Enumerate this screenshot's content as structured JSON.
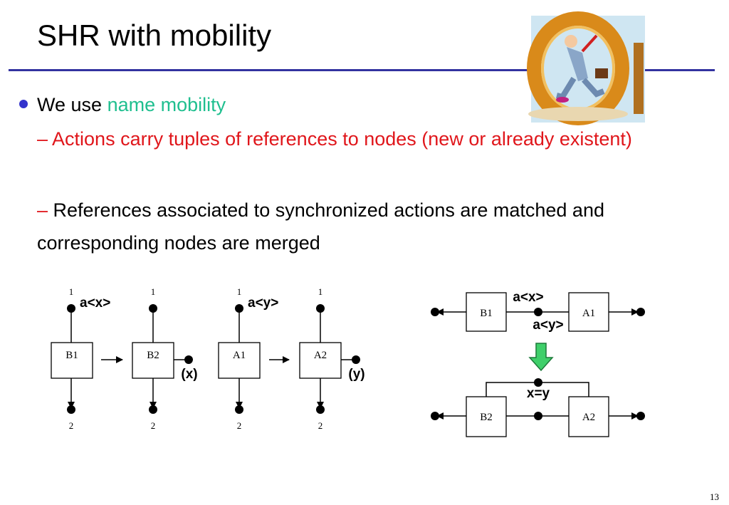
{
  "slide": {
    "title": "SHR with mobility",
    "bullet": {
      "prefix": "We use ",
      "accent": "name mobility"
    },
    "sub1": "– Actions carry tuples of references to nodes (new or already existent)",
    "sub2_dash": "– ",
    "sub2_text": "References associated to synchronized actions are matched and corresponding nodes are merged",
    "page_number": "13"
  },
  "left_diagram": {
    "productions": [
      {
        "from": "B1",
        "to": "B2",
        "label": "a<x>",
        "new_node": "(x)",
        "top_port": "1",
        "bottom_port": "2"
      },
      {
        "from": "A1",
        "to": "A2",
        "label": "a<y>",
        "new_node": "(y)",
        "top_port": "1",
        "bottom_port": "2"
      }
    ]
  },
  "right_diagram": {
    "before": {
      "left": "B1",
      "right": "A1",
      "label_top": "a<x>",
      "label_bottom": "a<y>"
    },
    "after": {
      "left": "B2",
      "right": "A2",
      "label": "x=y"
    },
    "colors": {
      "arrow": "#3fcf6a",
      "arrow_stroke": "#1d7a3a"
    }
  },
  "icons": {
    "illustration": "hamster-wheel-runner-icon"
  }
}
